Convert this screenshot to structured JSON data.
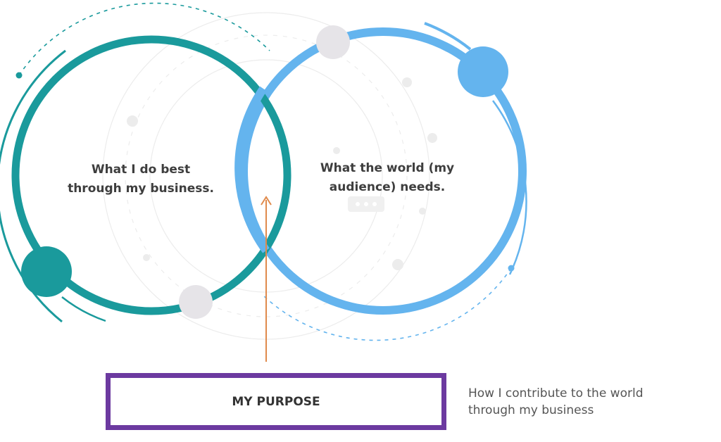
{
  "diagram": {
    "left_circle": {
      "line1": "What I do best",
      "line2": "through my business.",
      "color": "#1a9a9c"
    },
    "right_circle": {
      "line1": "What the world (my",
      "line2": "audience) needs.",
      "color": "#64b4ee"
    },
    "purpose_box": {
      "label": "MY PURPOSE",
      "border_color": "#6c3aa0"
    },
    "caption": {
      "line1": "How I contribute to the world",
      "line2": "through my business"
    },
    "arrow_color": "#e08a4c"
  }
}
